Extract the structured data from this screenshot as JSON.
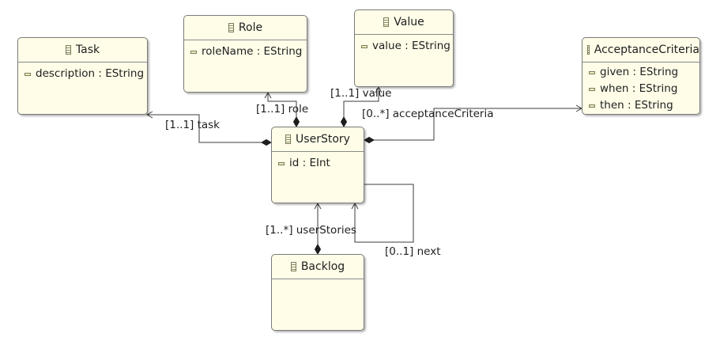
{
  "classes": {
    "task": {
      "name": "Task",
      "attributes": [
        "description : EString"
      ]
    },
    "role": {
      "name": "Role",
      "attributes": [
        "roleName : EString"
      ]
    },
    "value": {
      "name": "Value",
      "attributes": [
        "value : EString"
      ]
    },
    "acceptance_criteria": {
      "name": "AcceptanceCriteria",
      "attributes": [
        "given : EString",
        "when : EString",
        "then : EString"
      ]
    },
    "user_story": {
      "name": "UserStory",
      "attributes": [
        "id : EInt"
      ]
    },
    "backlog": {
      "name": "Backlog",
      "attributes": []
    }
  },
  "references": {
    "task": "[1..1] task",
    "role": "[1..1] role",
    "value": "[1..1] value",
    "acceptance_criteria": "[0..*] acceptanceCriteria",
    "user_stories": "[1..*] userStories",
    "next": "[0..1] next"
  }
}
